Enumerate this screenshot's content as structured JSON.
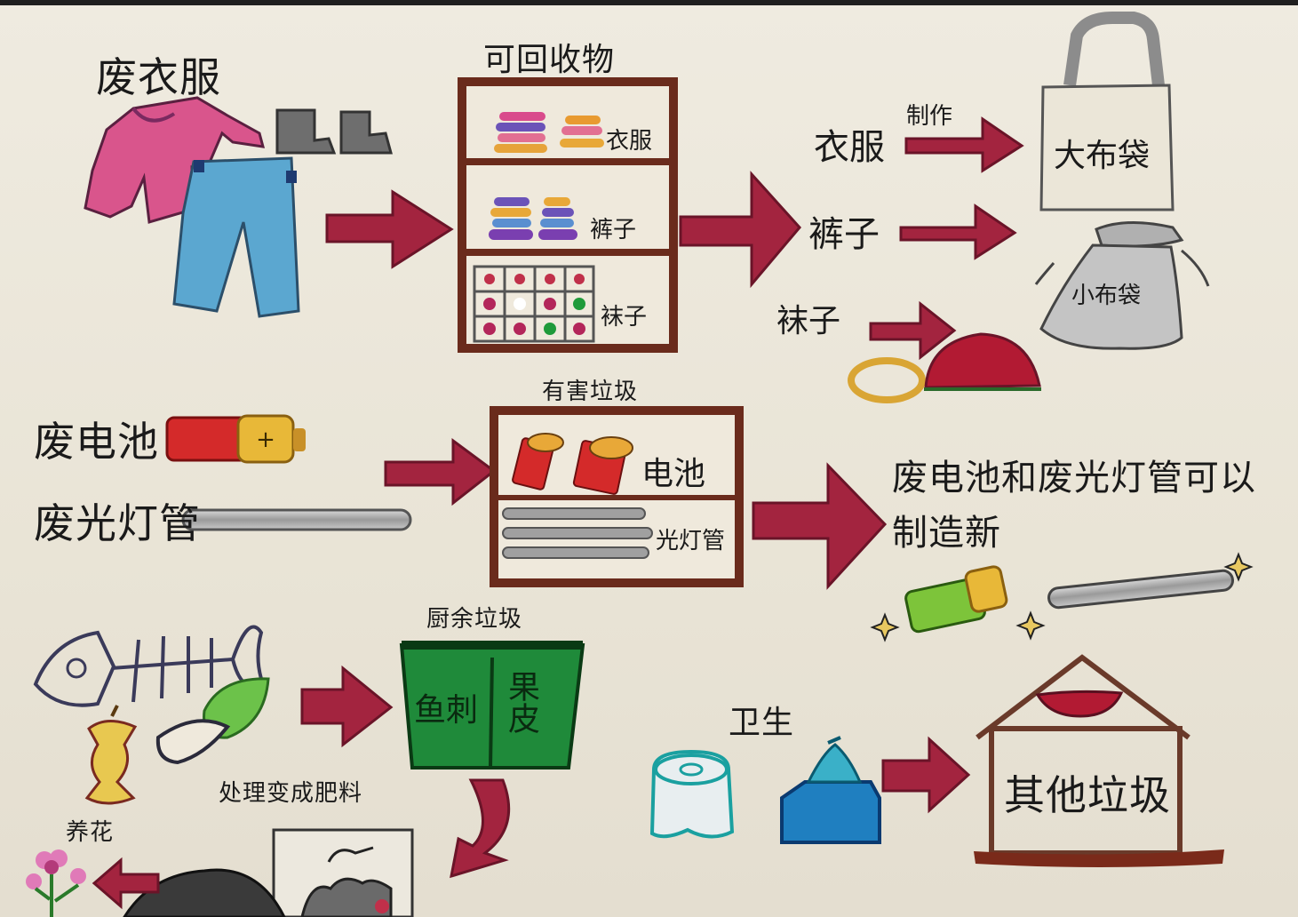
{
  "section1": {
    "title": "废衣服",
    "recyclable_title": "可回收物",
    "shelf_labels": [
      "衣服",
      "裤子",
      "袜子"
    ],
    "outputs": {
      "clothes": "衣服",
      "make": "制作",
      "pants": "裤子",
      "socks": "袜子",
      "big_bag": "大布袋",
      "small_bag": "小布袋"
    }
  },
  "section2": {
    "battery_label": "废电池",
    "tube_label": "废光灯管",
    "hazard_title": "有害垃圾",
    "box_labels": [
      "电池",
      "光灯管"
    ],
    "result_line1": "废电池和废光灯管可以",
    "result_line2": "制造新",
    "battery_plus": "+"
  },
  "section3": {
    "kitchen_title": "厨余垃圾",
    "bin_left": "鱼刺",
    "bin_right": "果皮",
    "process": "处理变成肥料",
    "flowers": "养花",
    "hygiene": "卫生",
    "other": "其他垃圾"
  },
  "colors": {
    "arrow": "#a3243f",
    "shelf": "#6a2b1c",
    "bin": "#1f8a3a",
    "bag": "#8c8c8c"
  }
}
